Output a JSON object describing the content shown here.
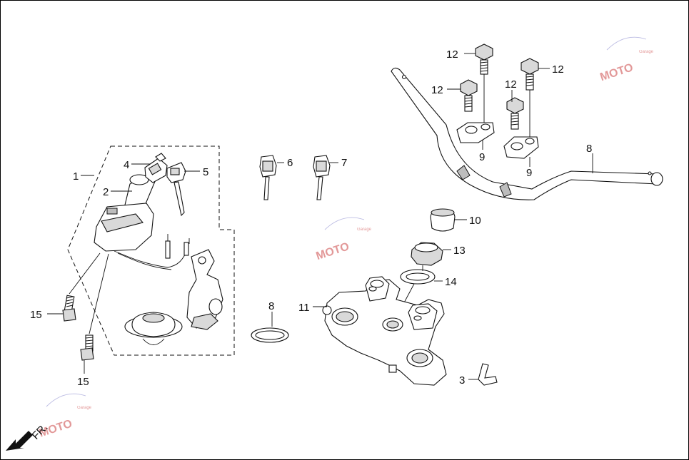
{
  "diagram": {
    "direction_label": "FR.",
    "watermark_text": "MOTO",
    "watermark_subtext": "Garage",
    "callouts": [
      {
        "id": "c1",
        "label": "1"
      },
      {
        "id": "c2",
        "label": "2"
      },
      {
        "id": "c3",
        "label": "3"
      },
      {
        "id": "c4",
        "label": "4"
      },
      {
        "id": "c5",
        "label": "5"
      },
      {
        "id": "c6",
        "label": "6"
      },
      {
        "id": "c7",
        "label": "7"
      },
      {
        "id": "c8a",
        "label": "8"
      },
      {
        "id": "c8b",
        "label": "8"
      },
      {
        "id": "c9a",
        "label": "9"
      },
      {
        "id": "c9b",
        "label": "9"
      },
      {
        "id": "c10",
        "label": "10"
      },
      {
        "id": "c11",
        "label": "11"
      },
      {
        "id": "c12a",
        "label": "12"
      },
      {
        "id": "c12b",
        "label": "12"
      },
      {
        "id": "c12c",
        "label": "12"
      },
      {
        "id": "c12d",
        "label": "12"
      },
      {
        "id": "c13",
        "label": "13"
      },
      {
        "id": "c14",
        "label": "14"
      },
      {
        "id": "c15a",
        "label": "15"
      },
      {
        "id": "c15b",
        "label": "15"
      }
    ]
  }
}
